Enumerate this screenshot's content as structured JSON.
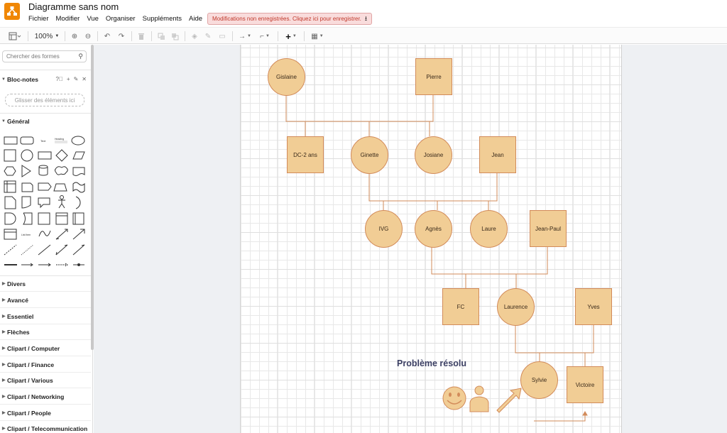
{
  "app": {
    "title": "Diagramme sans nom",
    "menu": [
      "Fichier",
      "Modifier",
      "Vue",
      "Organiser",
      "Suppléments",
      "Aide"
    ],
    "unsaved_notice": "Modifications non enregistrées. Cliquez ici pour enregistrer.",
    "accent_color": "#f08705"
  },
  "toolbar": {
    "zoom": "100%"
  },
  "sidebar": {
    "search_placeholder": "Chercher des formes",
    "scratchpad": {
      "title": "Bloc-notes",
      "dropzone": "Glisser des éléments ici"
    },
    "general_title": "Général",
    "libraries": [
      "Divers",
      "Avancé",
      "Essentiel",
      "Flèches",
      "Clipart / Computer",
      "Clipart / Finance",
      "Clipart / Various",
      "Clipart / Networking",
      "Clipart / People",
      "Clipart / Telecommunication"
    ]
  },
  "diagram": {
    "node_fill": "#f1cd95",
    "node_stroke": "#d28b5a",
    "nodes": {
      "gislaine": "Gislaine",
      "pierre": "Pierre",
      "dc": "DC-2 ans",
      "ginette": "Ginette",
      "josiane": "Josiane",
      "jean": "Jean",
      "ivg": "IVG",
      "agnes": "Agnès",
      "laure": "Laure",
      "jeanpaul": "Jean-Paul",
      "fc": "FC",
      "laurence": "Laurence",
      "yves": "Yves",
      "sylvie": "Sylvie",
      "victoire": "Victoire"
    },
    "status_label": "Problème résolu"
  }
}
